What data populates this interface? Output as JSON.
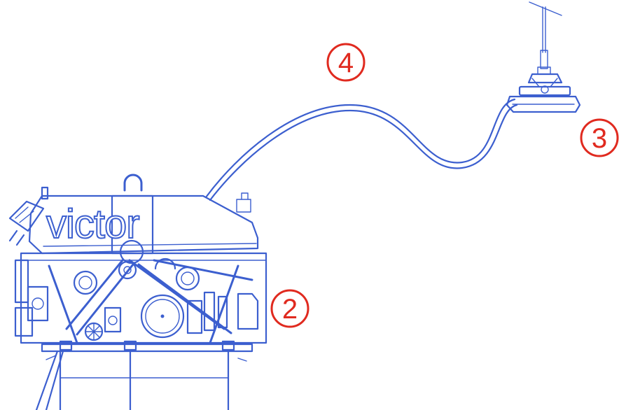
{
  "vehicle": {
    "brand_text": "victor"
  },
  "labels": [
    {
      "id": "vehicle",
      "number": "2"
    },
    {
      "id": "depressor",
      "number": "3"
    },
    {
      "id": "tether",
      "number": "4"
    }
  ],
  "colors": {
    "line": "#3c5fcf",
    "label": "#e02a1f"
  }
}
